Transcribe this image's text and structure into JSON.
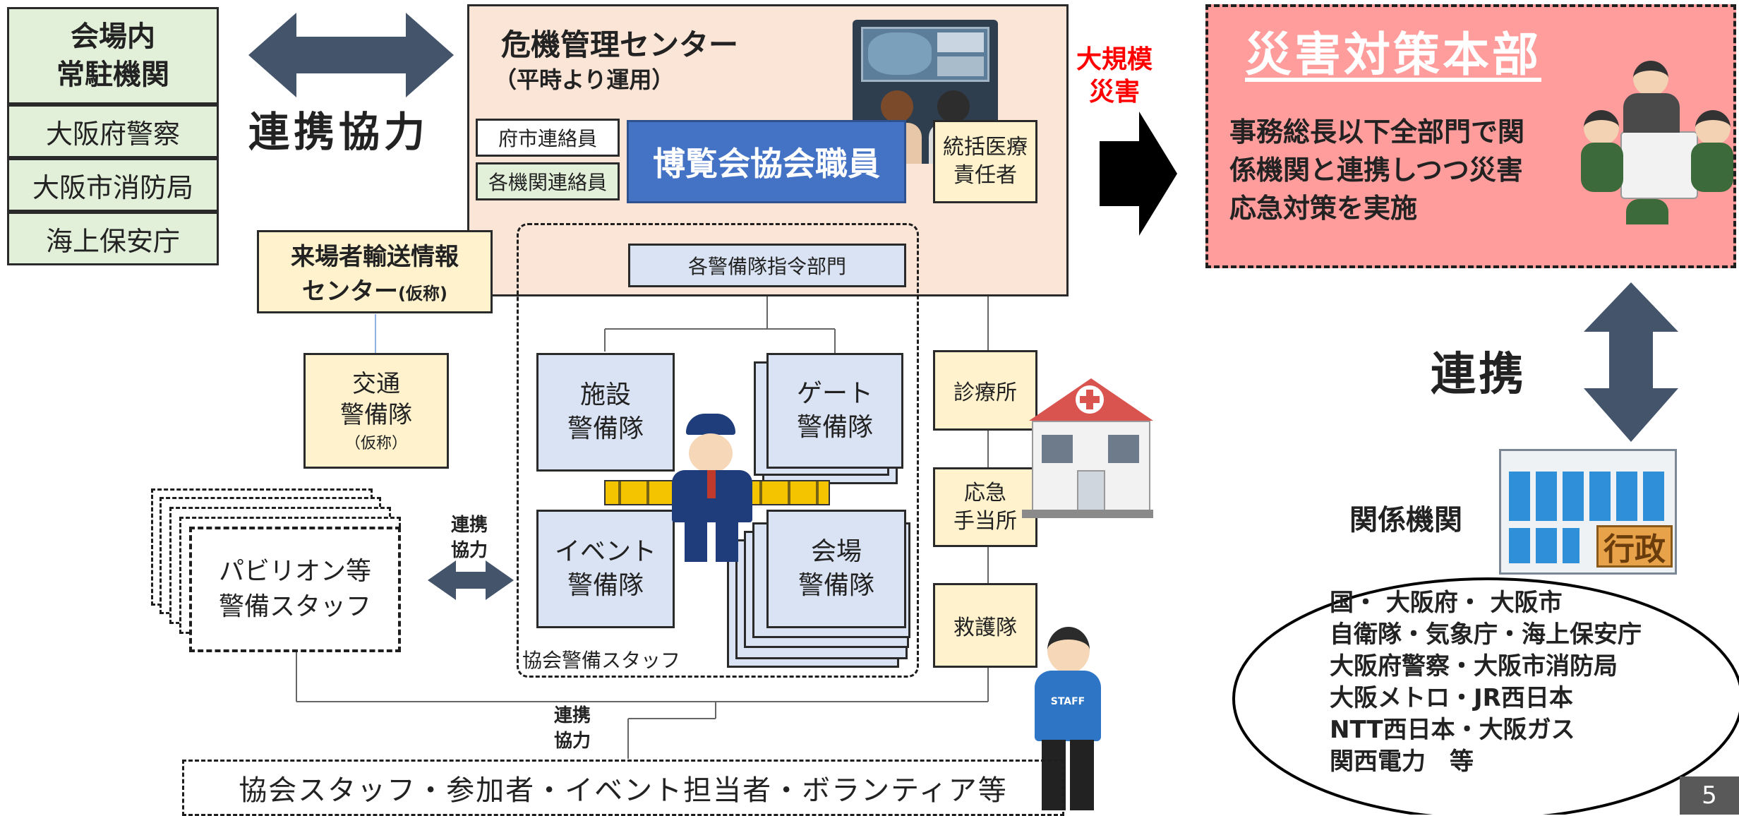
{
  "venue_agencies": {
    "title": "会場内\n常駐機関",
    "items": [
      "大阪府警察",
      "大阪市消防局",
      "海上保安庁"
    ]
  },
  "arrow_label_top": "連携協力",
  "crisis_center": {
    "title": "危機管理センター",
    "subtitle": "（平時より運用）",
    "liaison_city": "府市連絡員",
    "liaison_agencies": "各機関連絡員",
    "expo_staff": "博覧会協会職員",
    "medical_lead": "統括医療\n責任者"
  },
  "large_disaster": "大規模\n災害",
  "hq": {
    "title": "災害対策本部",
    "body": "事務総長以下全部門で関\n係機関と連携しつつ災害\n応急対策を実施"
  },
  "link_label": "連携",
  "transport_center": {
    "line1": "来場者輸送情報",
    "line2": "センター",
    "suffix": "(仮称)"
  },
  "traffic_unit": {
    "line1": "交通",
    "line2": "警備隊",
    "note": "（仮称）"
  },
  "command_dept": "各警備隊指令部門",
  "units": {
    "facility": "施設\n警備隊",
    "gate": "ゲート\n警備隊",
    "event": "イベント\n警備隊",
    "venue": "会場\n警備隊"
  },
  "security_staff_label": "協会警備スタッフ",
  "pavilion_staff": "パビリオン等\n警備スタッフ",
  "coop_small": "連携\n協力",
  "coop_bottom": "連携\n協力",
  "medical": {
    "clinic": "診療所",
    "first_aid": "応急\n手当所",
    "rescue": "救護隊"
  },
  "bottom_staff": "協会スタッフ・参加者・イベント担当者・ボランティア等",
  "related_agencies": {
    "title": "関係機関",
    "sign": "行政",
    "list": [
      "国・ 大阪府・ 大阪市",
      "自衛隊・気象庁・海上保安庁",
      "大阪府警察・大阪市消防局",
      "大阪メトロ・JR西日本",
      "NTT西日本・大阪ガス",
      "関西電力　等"
    ]
  },
  "staff_badge": "STAFF",
  "page_number": "5",
  "colors": {
    "green": "#e2efd9",
    "peach": "#fbe5d6",
    "yellow": "#fff2cc",
    "light_blue": "#dae3f3",
    "staff_blue": "#4472c4",
    "hq_pink": "#ff9c9c",
    "arrow_navy": "#44546a",
    "alert_red": "#ff0000"
  }
}
